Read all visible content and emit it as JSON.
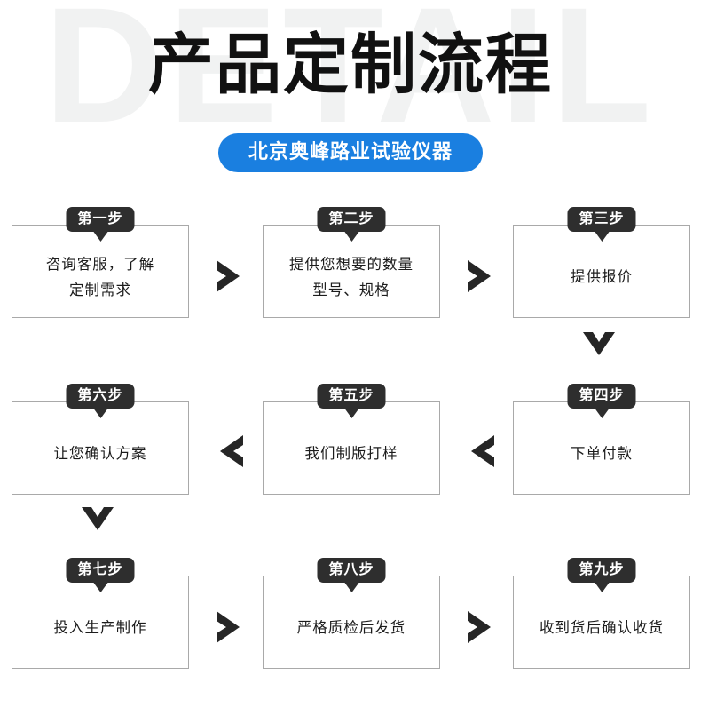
{
  "header": {
    "watermark": "DETAIL",
    "title": "产品定制流程",
    "pill_label": "北京奥峰路业试验仪器",
    "pill_color": "#1a7fe0",
    "watermark_color": "#f1f2f2",
    "title_color": "#111111"
  },
  "flow": {
    "badge_color": "#2e2e2e",
    "box_border_color": "#a9a9a9",
    "connector_color": "#262626",
    "steps": [
      {
        "badge": "第一步",
        "lines": [
          "咨询客服，了解",
          "定制需求"
        ],
        "row": 1,
        "col": 1
      },
      {
        "badge": "第二步",
        "lines": [
          "提供您想要的数量",
          "型号、规格"
        ],
        "row": 1,
        "col": 2
      },
      {
        "badge": "第三步",
        "lines": [
          "提供报价"
        ],
        "row": 1,
        "col": 3
      },
      {
        "badge": "第四步",
        "lines": [
          "下单付款"
        ],
        "row": 2,
        "col": 3
      },
      {
        "badge": "第五步",
        "lines": [
          "我们制版打样"
        ],
        "row": 2,
        "col": 2
      },
      {
        "badge": "第六步",
        "lines": [
          "让您确认方案"
        ],
        "row": 2,
        "col": 1
      },
      {
        "badge": "第七步",
        "lines": [
          "投入生产制作"
        ],
        "row": 3,
        "col": 1
      },
      {
        "badge": "第八步",
        "lines": [
          "严格质检后发货"
        ],
        "row": 3,
        "col": 2
      },
      {
        "badge": "第九步",
        "lines": [
          "收到货后确认收货"
        ],
        "row": 3,
        "col": 3
      }
    ],
    "connectors": [
      {
        "name": "chevron-right-icon",
        "direction": "right"
      },
      {
        "name": "chevron-right-icon",
        "direction": "right"
      },
      {
        "name": "chevron-left-icon",
        "direction": "left"
      },
      {
        "name": "chevron-left-icon",
        "direction": "left"
      },
      {
        "name": "chevron-right-icon",
        "direction": "right"
      },
      {
        "name": "chevron-right-icon",
        "direction": "right"
      },
      {
        "name": "chevron-down-icon",
        "direction": "down"
      },
      {
        "name": "chevron-down-icon",
        "direction": "down"
      }
    ]
  }
}
